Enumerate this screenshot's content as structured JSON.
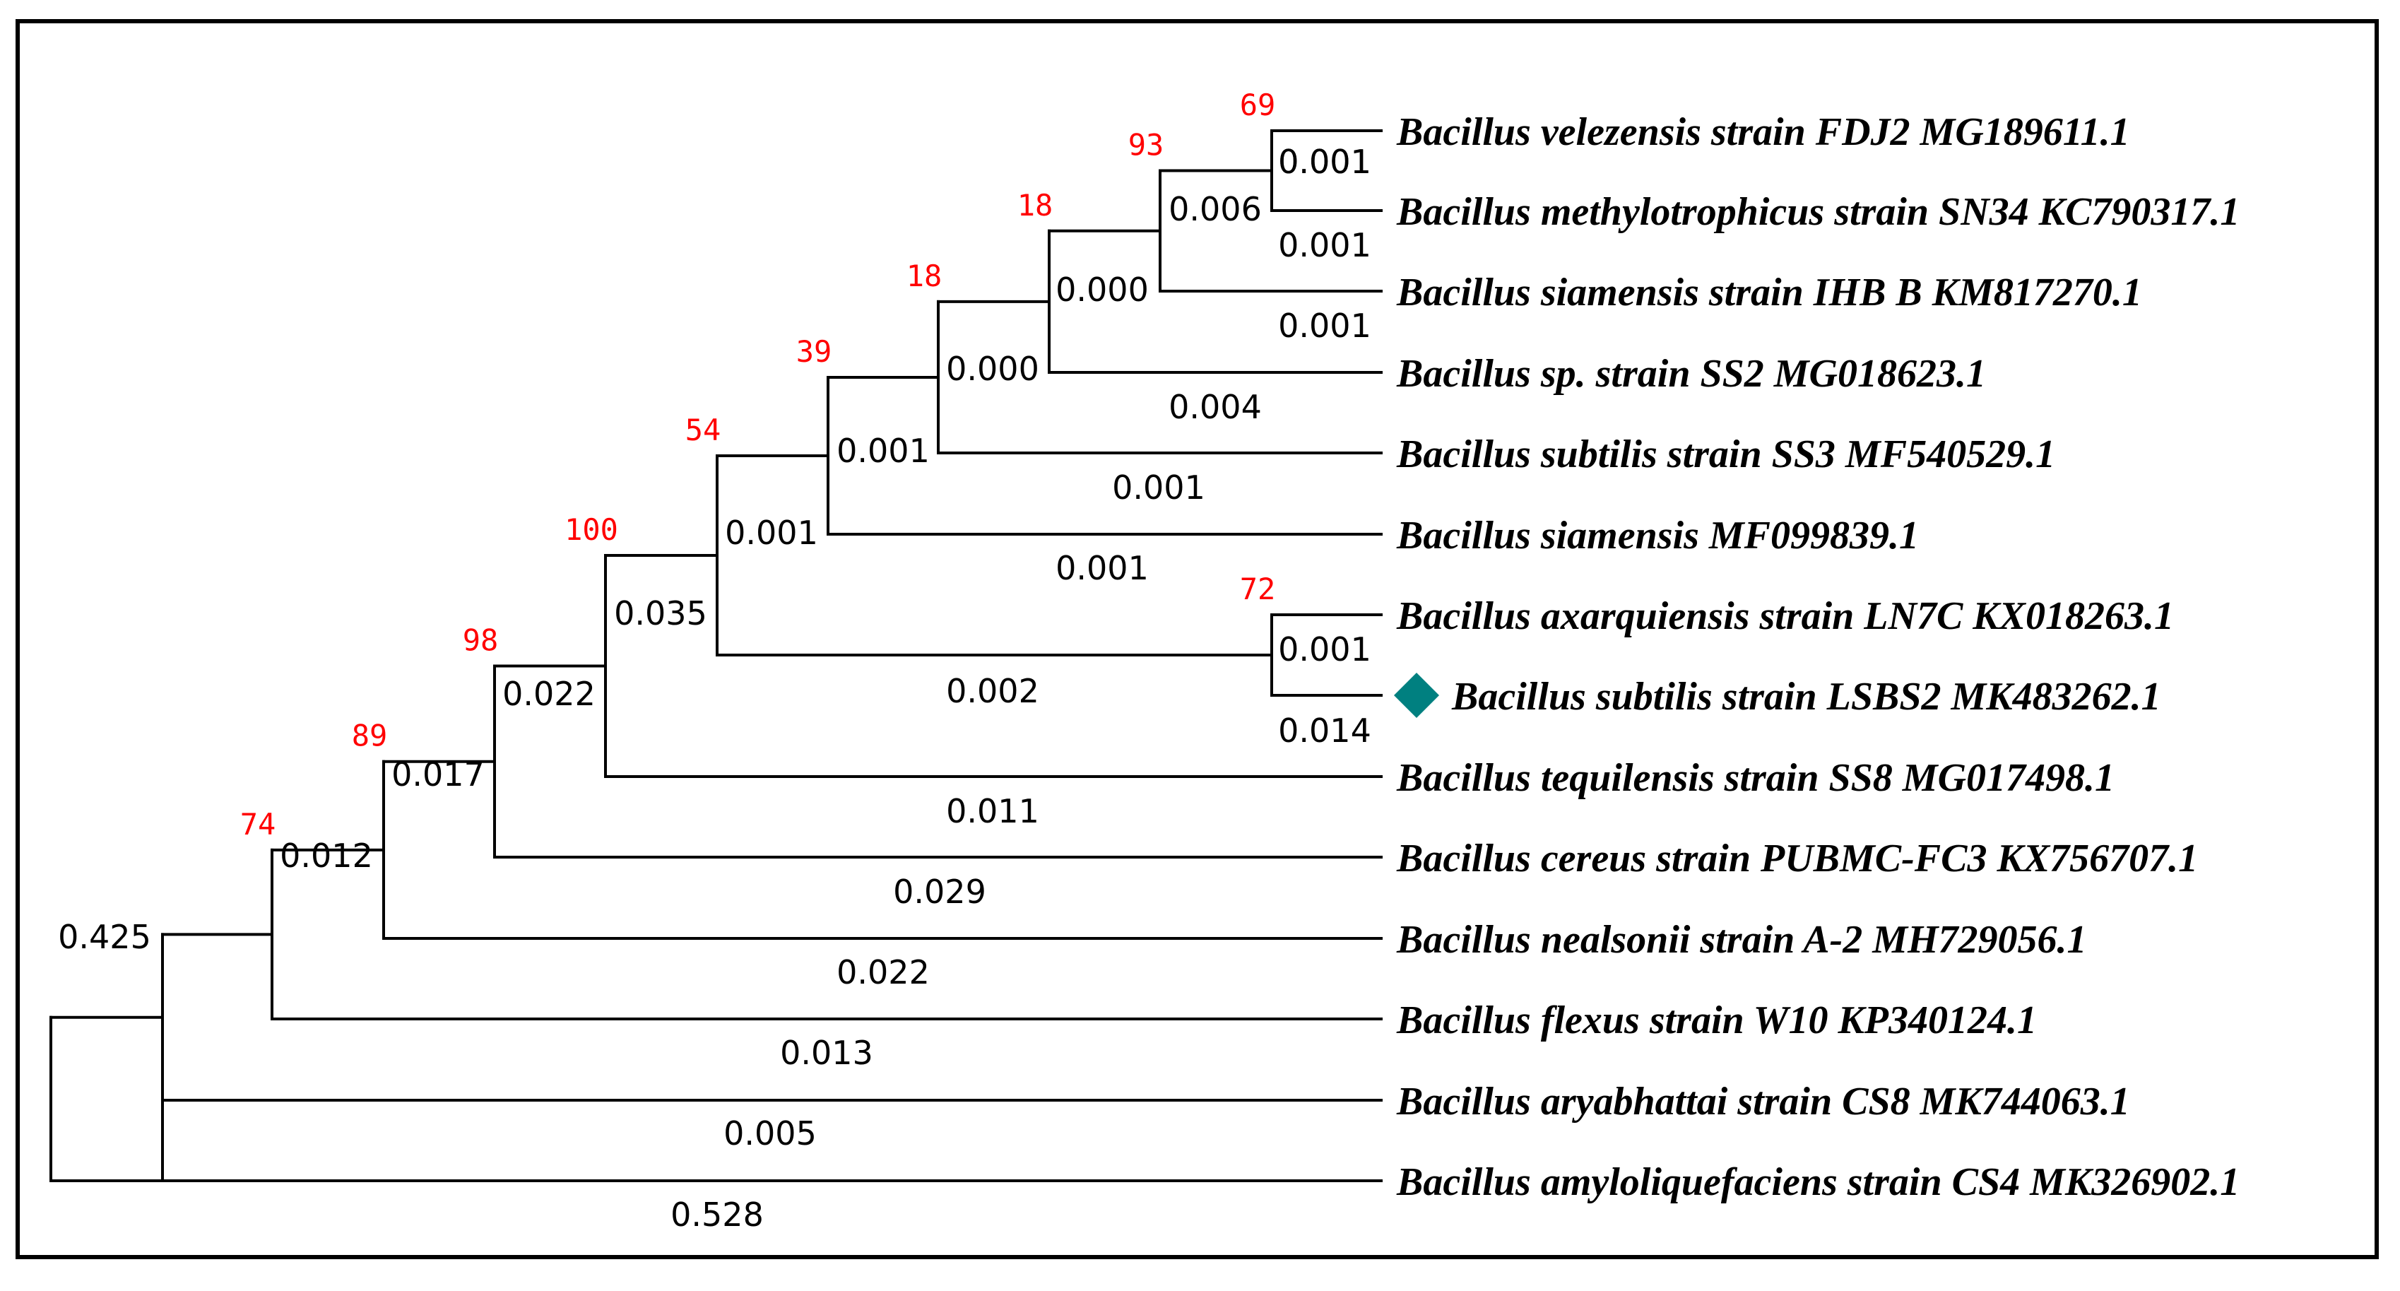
{
  "colors": {
    "branch": "#000000",
    "bootstrap": "#ff0000",
    "marker": "#008080",
    "text": "#000000"
  },
  "marker_icon": "diamond-icon",
  "leaves": [
    {
      "label": "Bacillus velezensis strain FDJ2 MG189611.1",
      "length": "0.001"
    },
    {
      "label": "Bacillus methylotrophicus strain SN34 KC790317.1",
      "length": "0.001"
    },
    {
      "label": "Bacillus siamensis strain IHB B KM817270.1",
      "length": "0.001"
    },
    {
      "label": "Bacillus sp. strain SS2 MG018623.1",
      "length": "0.004"
    },
    {
      "label": "Bacillus subtilis strain SS3 MF540529.1",
      "length": "0.001"
    },
    {
      "label": "Bacillus siamensis MF099839.1",
      "length": "0.001"
    },
    {
      "label": "Bacillus axarquiensis strain LN7C KX018263.1",
      "length": "0.001"
    },
    {
      "label": "Bacillus subtilis strain LSBS2 MK483262.1",
      "length": "0.014",
      "highlight": true
    },
    {
      "label": "Bacillus tequilensis strain SS8 MG017498.1",
      "length": "0.011"
    },
    {
      "label": "Bacillus cereus strain PUBMC-FC3 KX756707.1",
      "length": "0.029"
    },
    {
      "label": "Bacillus nealsonii strain A-2 MH729056.1",
      "length": "0.022"
    },
    {
      "label": "Bacillus flexus strain W10 KP340124.1",
      "length": "0.013"
    },
    {
      "label": "Bacillus aryabhattai strain CS8 MK744063.1",
      "length": "0.005"
    },
    {
      "label": "Bacillus amyloliquefaciens strain CS4 MK326902.1",
      "length": "0.528"
    }
  ],
  "nodes": [
    {
      "id": "n69",
      "bootstrap": "69",
      "length": "0.001"
    },
    {
      "id": "n93",
      "bootstrap": "93",
      "length": "0.006"
    },
    {
      "id": "n18a",
      "bootstrap": "18",
      "length": "0.000"
    },
    {
      "id": "n18b",
      "bootstrap": "18",
      "length": "0.000"
    },
    {
      "id": "n39",
      "bootstrap": "39",
      "length": "0.001"
    },
    {
      "id": "n72",
      "bootstrap": "72",
      "length": "0.002"
    },
    {
      "id": "n54",
      "bootstrap": "54",
      "length": "0.001"
    },
    {
      "id": "n100",
      "bootstrap": "100",
      "length": "0.035"
    },
    {
      "id": "n98",
      "bootstrap": "98",
      "length": "0.022"
    },
    {
      "id": "n89",
      "bootstrap": "89",
      "length": "0.017"
    },
    {
      "id": "n74",
      "bootstrap": "74",
      "length": "0.012"
    },
    {
      "id": "root",
      "bootstrap": "",
      "length": "0.425"
    }
  ]
}
